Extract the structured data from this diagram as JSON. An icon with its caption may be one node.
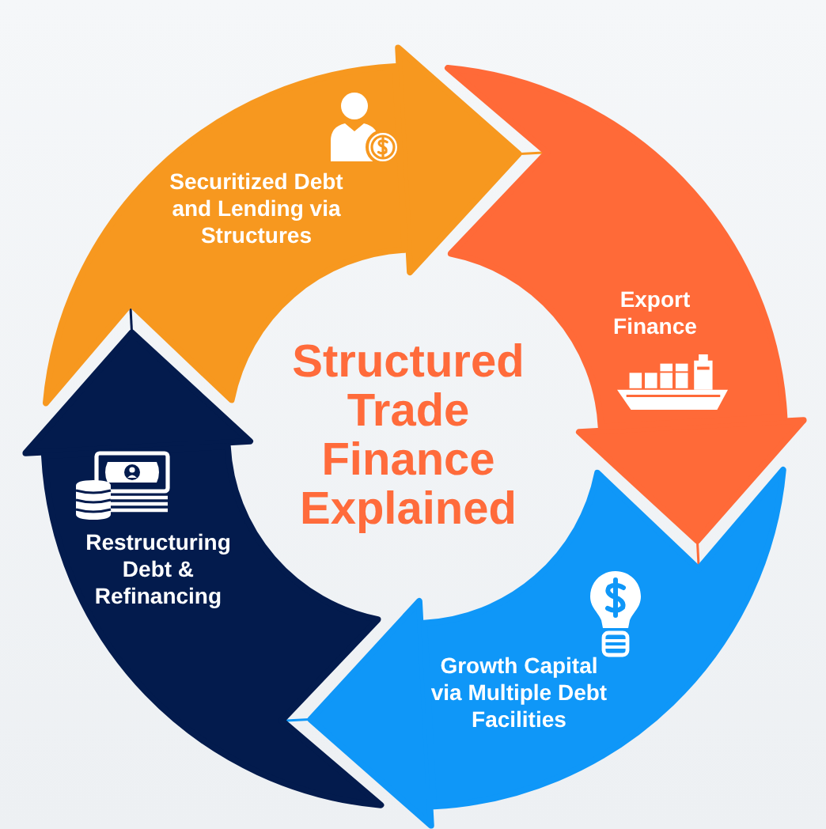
{
  "diagram": {
    "title": "Structured Trade Finance Explained",
    "nodes": [
      {
        "text": [
          "Securitized Debt and Lending via Structures"
        ]
      },
      {
        "text": [
          "Export Finance"
        ]
      },
      {
        "text": [
          "Growth Capital via Multiple Debt Facilities"
        ]
      },
      {
        "text": [
          "Restructuring Debt & Refinancing"
        ]
      }
    ],
    "edges": [
      {
        "from": 0,
        "to": 1,
        "arrow": "to",
        "color": "#f7981f"
      },
      {
        "from": 1,
        "to": 2,
        "arrow": "to",
        "color": "#ff6a38"
      },
      {
        "from": 2,
        "to": 3,
        "arrow": "to",
        "color": "#0f97f8"
      },
      {
        "from": 3,
        "to": 0,
        "arrow": "to",
        "color": "#031b4d"
      }
    ]
  }
}
